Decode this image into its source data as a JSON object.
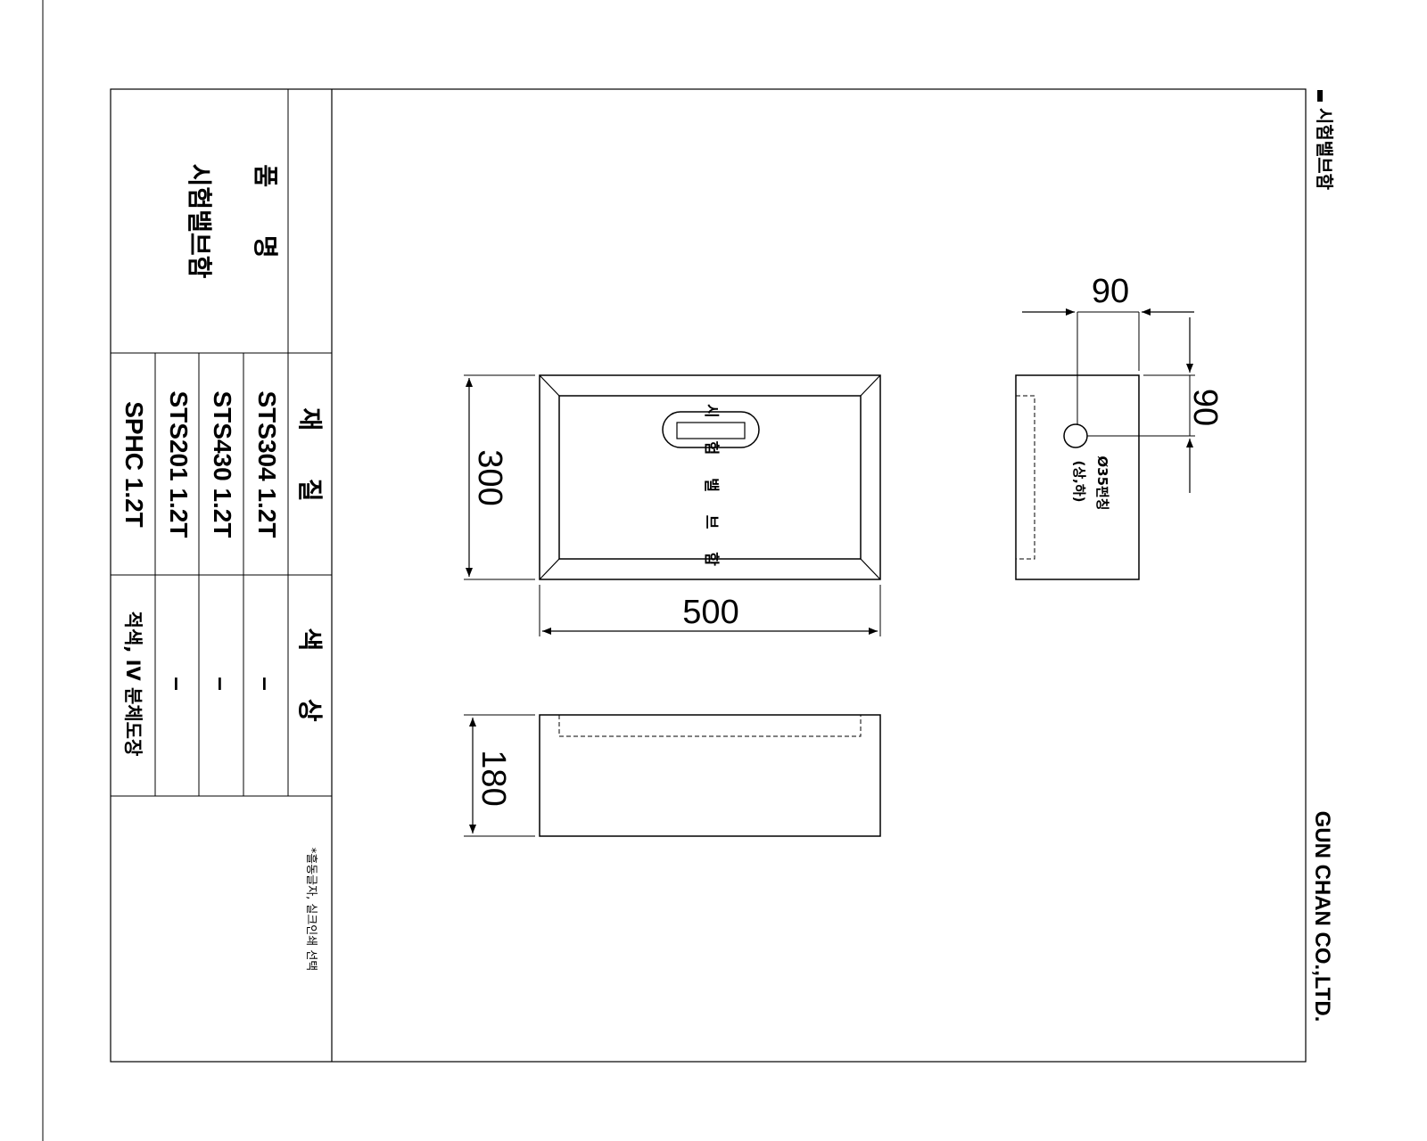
{
  "title_block": {
    "product_header": "품 명",
    "product_name": "시험밸브함",
    "material_header": "재 질",
    "color_header": "색 상",
    "rows": [
      {
        "material": "STS304 1.2T",
        "color": "–"
      },
      {
        "material": "STS430 1.2T",
        "color": "–"
      },
      {
        "material": "STS201 1.2T",
        "color": "–"
      },
      {
        "material": "SPHC 1.2T",
        "color": "적색, IV 분체도장"
      }
    ],
    "note": "*흘동글자, 실크인쇄 선택"
  },
  "side_labels": {
    "title": "시험밸브함",
    "company": "GUN CHAN CO.,LTD."
  },
  "front_view": {
    "width_dim": "500",
    "height_dim": "300",
    "label": "시 험 밸 브 함"
  },
  "bottom_view": {
    "depth_dim": "180"
  },
  "side_view": {
    "dim_top": "90",
    "dim_right": "90",
    "hole_note_line1": "Ø35펀칭",
    "hole_note_line2": "(상,하)"
  }
}
